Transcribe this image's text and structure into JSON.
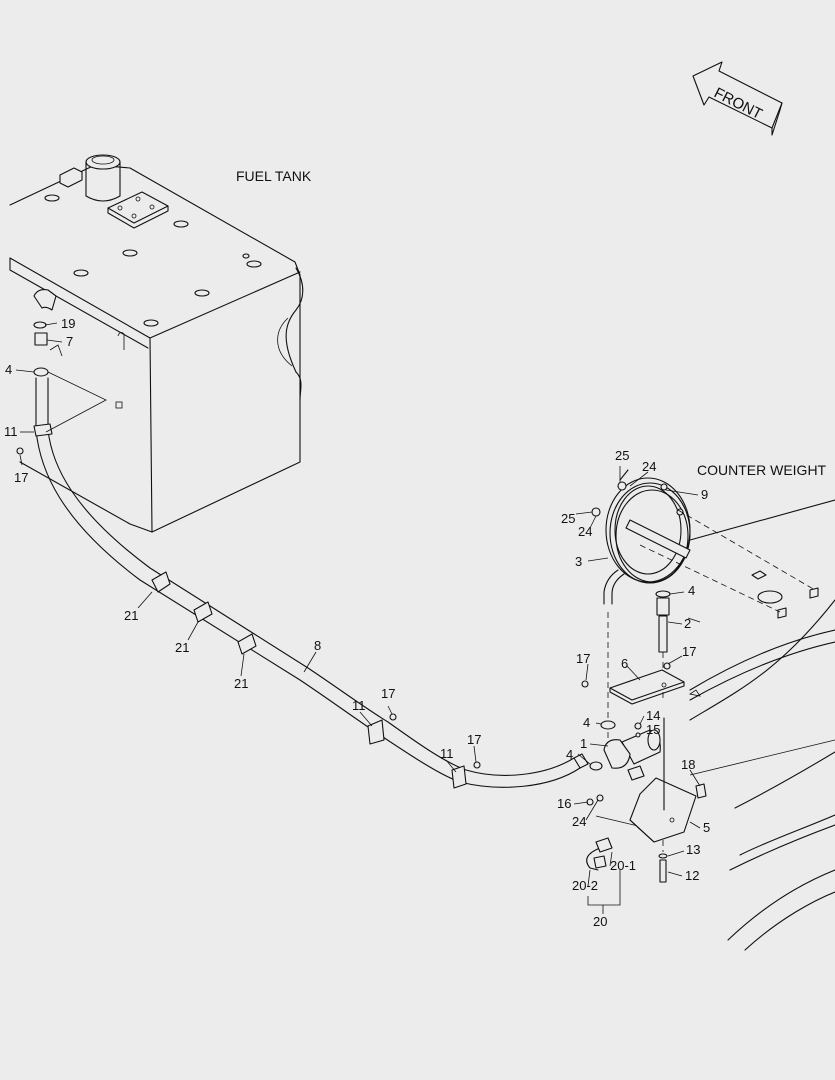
{
  "titles": {
    "fuel_tank": "FUEL TANK",
    "counter_weight": "COUNTER WEIGHT",
    "front": "FRONT"
  },
  "callouts": [
    {
      "id": "c19",
      "text": "19"
    },
    {
      "id": "c7",
      "text": "7"
    },
    {
      "id": "c4a",
      "text": "4"
    },
    {
      "id": "c11a",
      "text": "11"
    },
    {
      "id": "c17a",
      "text": "17"
    },
    {
      "id": "c21a",
      "text": "21"
    },
    {
      "id": "c21b",
      "text": "21"
    },
    {
      "id": "c21c",
      "text": "21"
    },
    {
      "id": "c8",
      "text": "8"
    },
    {
      "id": "c11b",
      "text": "11"
    },
    {
      "id": "c17b",
      "text": "17"
    },
    {
      "id": "c11c",
      "text": "11"
    },
    {
      "id": "c17c",
      "text": "17"
    },
    {
      "id": "c25a",
      "text": "25"
    },
    {
      "id": "c24a",
      "text": "24"
    },
    {
      "id": "c9",
      "text": "9"
    },
    {
      "id": "c25b",
      "text": "25"
    },
    {
      "id": "c24b",
      "text": "24"
    },
    {
      "id": "c3",
      "text": "3"
    },
    {
      "id": "c4b",
      "text": "4"
    },
    {
      "id": "c2",
      "text": "2"
    },
    {
      "id": "c17d",
      "text": "17"
    },
    {
      "id": "c17e",
      "text": "17"
    },
    {
      "id": "c6",
      "text": "6"
    },
    {
      "id": "c4c",
      "text": "4"
    },
    {
      "id": "c14",
      "text": "14"
    },
    {
      "id": "c15",
      "text": "15"
    },
    {
      "id": "c1",
      "text": "1"
    },
    {
      "id": "c4d",
      "text": "4"
    },
    {
      "id": "c18",
      "text": "18"
    },
    {
      "id": "c16",
      "text": "16"
    },
    {
      "id": "c24c",
      "text": "24"
    },
    {
      "id": "c5",
      "text": "5"
    },
    {
      "id": "c13",
      "text": "13"
    },
    {
      "id": "c20-1",
      "text": "20-1"
    },
    {
      "id": "c12",
      "text": "12"
    },
    {
      "id": "c20-2",
      "text": "20-2"
    },
    {
      "id": "c20",
      "text": "20"
    }
  ]
}
